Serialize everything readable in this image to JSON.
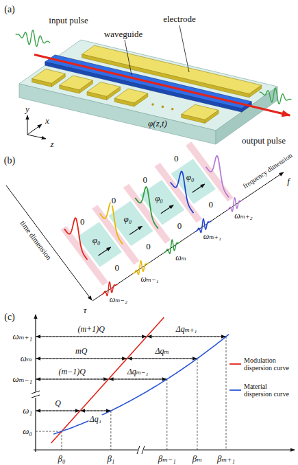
{
  "diagram": {
    "labels": [
      "(a)",
      "input pulse",
      "electrode",
      "waveguide",
      "y",
      "x",
      "z",
      "φ(z,t)",
      "output pulse",
      "(b)",
      "0",
      "0",
      "0",
      "0",
      "0",
      "0",
      "0",
      "0",
      "φ₀",
      "φ₀",
      "φ₀",
      "φ₀",
      "time dimension",
      "τ",
      "frequency dimension",
      "f",
      "ωₘ₋₂",
      "ωₘ₋₁",
      "ωₘ",
      "ωₘ₊₁",
      "ωₘ₊₂",
      "(c)",
      "ωₘ₊₁",
      "ωₘ",
      "ωₘ₋₁",
      "ω₁",
      "ω₀",
      "β₀",
      "β₁",
      "βₘ₋₁",
      "βₘ",
      "βₘ₊₁",
      "(m+1)Q",
      "mQ",
      "(m−1)Q",
      "Q",
      "Δqₘ₊₁",
      "Δqₘ",
      "Δqₘ₋₁",
      "Δq₁"
    ],
    "legend": [
      {
        "text": "Modulation dispersion curve"
      },
      {
        "text": "Material dispersion curve"
      }
    ]
  }
}
